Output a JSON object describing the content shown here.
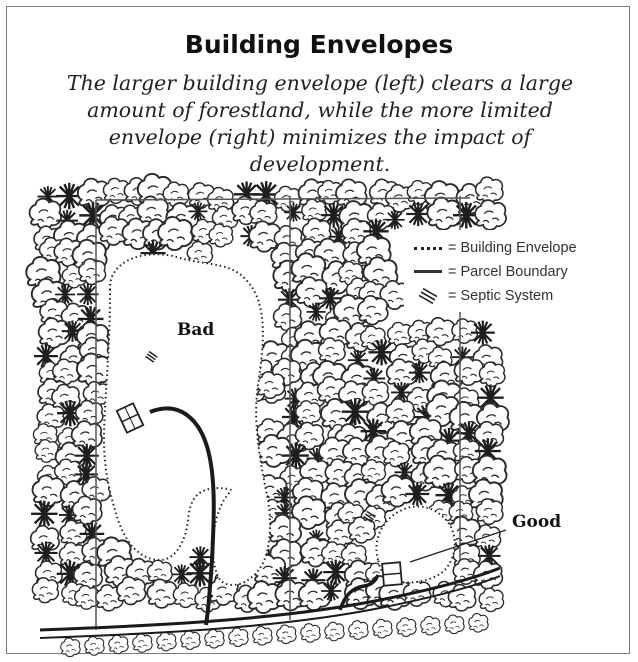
{
  "title": "Building Envelopes",
  "caption": "The larger building envelope (left) clears a large amount of forestland, while the more limited envelope (right) minimizes the impact of development.",
  "labels": {
    "bad": "Bad",
    "good": "Good"
  },
  "legend": {
    "building_envelope": "= Building Envelope",
    "parcel_boundary": "= Parcel Boundary",
    "septic_system": "= Septic System"
  },
  "colors": {
    "ink": "#222222",
    "tree_fill": "#ffffff",
    "tree_stroke": "#2b2b2b",
    "frame": "#7a7a7a"
  },
  "icons": [
    "tree-icon",
    "pine-tree-icon",
    "house-icon",
    "septic-system-icon"
  ]
}
